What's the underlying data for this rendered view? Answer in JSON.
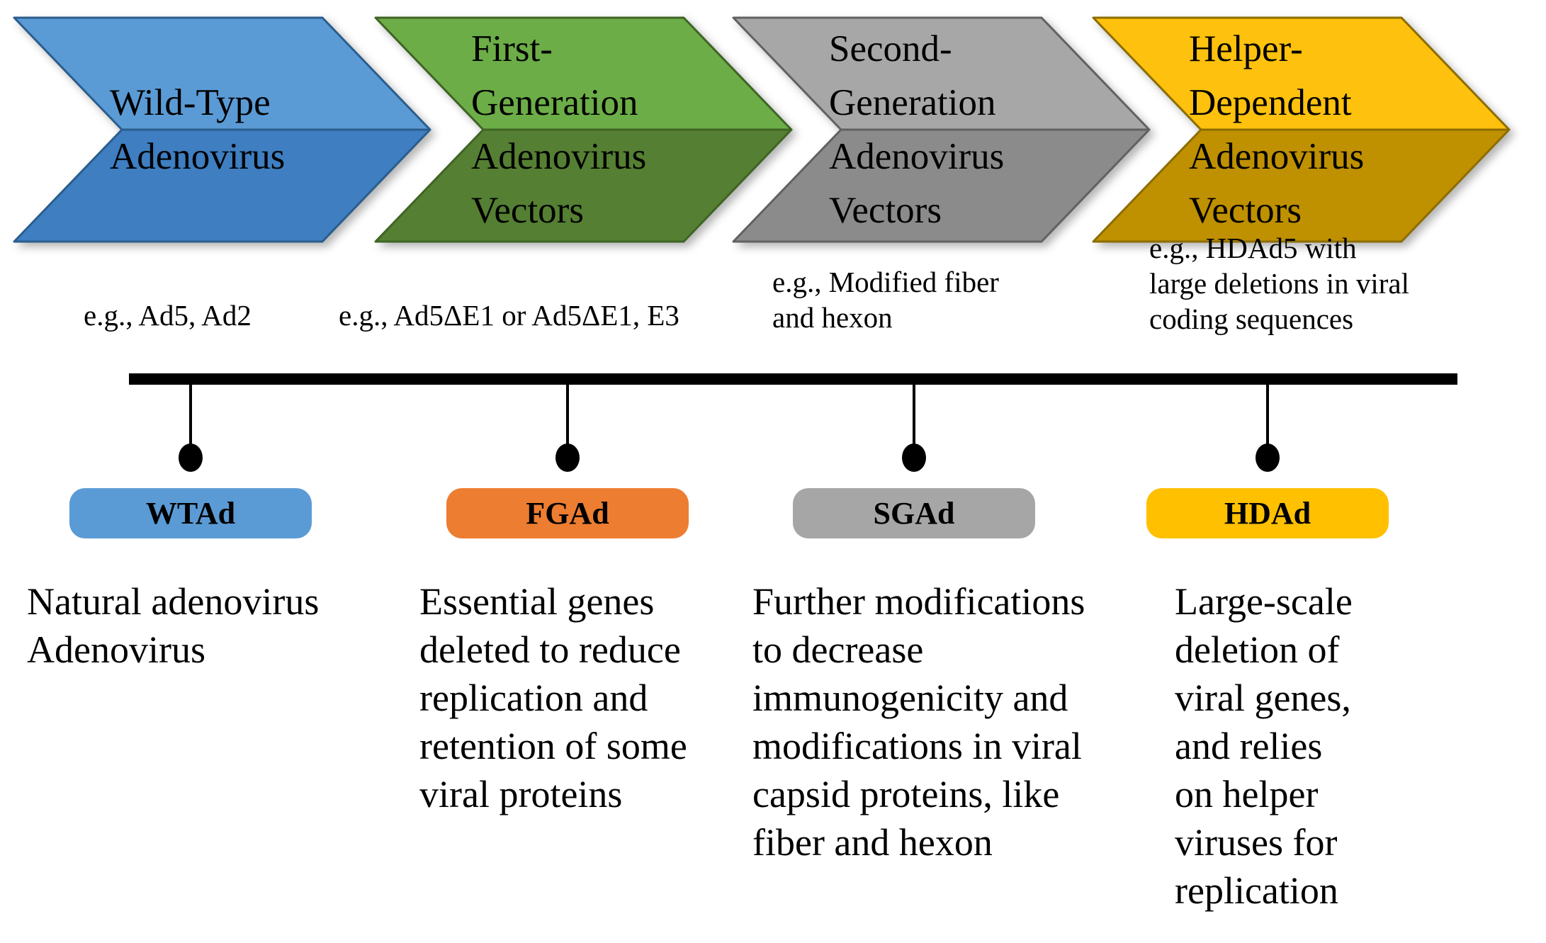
{
  "figure": {
    "background": "#ffffff",
    "timeline_color": "#000000"
  },
  "stages": [
    {
      "arrow_label": "Wild-Type\nAdenovirus",
      "example": "e.g., Ad5, Ad2",
      "badge": "WTAd",
      "description": "Natural adenovirus\nAdenovirus",
      "colors": {
        "arrow_top": "#5B9BD5",
        "arrow_bottom": "#3E7EC1",
        "arrow_border": "#2A5D8C",
        "badge": "#5B9BD5"
      }
    },
    {
      "arrow_label": "First-\nGeneration\nAdenovirus\nVectors",
      "example": "e.g., Ad5ΔE1 or Ad5ΔE1, E3",
      "badge": "FGAd",
      "description": "Essential genes\ndeleted to reduce\nreplication and\nretention of some\nviral proteins",
      "colors": {
        "arrow_top": "#6CAD47",
        "arrow_bottom": "#557F32",
        "arrow_border": "#3F6424",
        "badge": "#ED7D31"
      }
    },
    {
      "arrow_label": "Second-\nGeneration\nAdenovirus\nVectors",
      "example": "e.g., Modified fiber\nand hexon",
      "badge": "SGAd",
      "description": "Further modifications\nto decrease\nimmunogenicity and\nmodifications in viral\ncapsid proteins, like\nfiber and hexon",
      "colors": {
        "arrow_top": "#A7A7A7",
        "arrow_bottom": "#8B8B8B",
        "arrow_border": "#616161",
        "badge": "#A6A6A6"
      }
    },
    {
      "arrow_label": "Helper-\nDependent\nAdenovirus\nVectors",
      "example": "e.g., HDAd5 with\nlarge deletions in viral\ncoding sequences",
      "badge": "HDAd",
      "description": "Large-scale\ndeletion of\nviral genes,\nand relies\non helper\nviruses for\nreplication",
      "colors": {
        "arrow_top": "#FEC10D",
        "arrow_bottom": "#BF9000",
        "arrow_border": "#8C6D00",
        "badge": "#FFC000"
      }
    }
  ]
}
